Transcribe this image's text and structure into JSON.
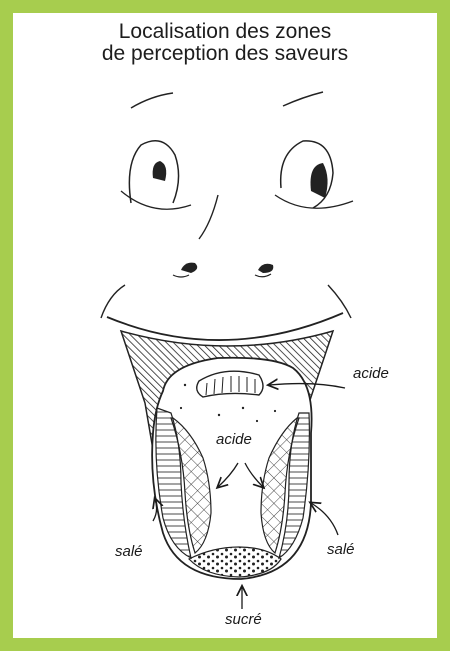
{
  "title": {
    "line1": "Localisation des zones",
    "line2": "de perception des saveurs"
  },
  "labels": {
    "acide_tip": "acide",
    "acide_center": "acide",
    "sale_left": "salé",
    "sale_right": "salé",
    "sucre": "sucré"
  },
  "colors": {
    "border": "#a7cd4e",
    "background": "#ffffff",
    "ink": "#1a1a1a"
  }
}
